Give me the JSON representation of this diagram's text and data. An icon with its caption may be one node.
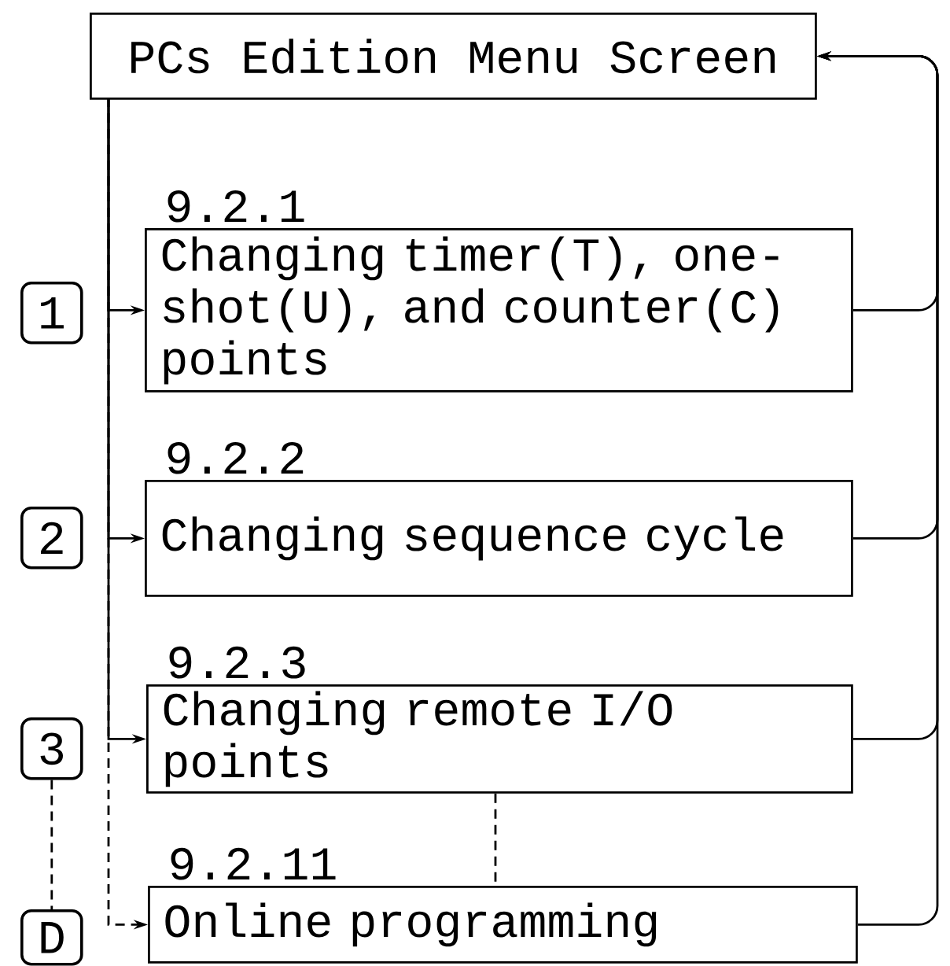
{
  "diagram": {
    "nodes": [
      {
        "text": [
          "PCs Edition Menu Screen"
        ]
      },
      {
        "text": [
          "1"
        ]
      },
      {
        "text": [
          "9.2.1",
          "Changing timer(T), one-shot(U), and counter(C) points"
        ]
      },
      {
        "text": [
          "2"
        ]
      },
      {
        "text": [
          "9.2.2",
          "Changing sequence cycle"
        ]
      },
      {
        "text": [
          "3"
        ]
      },
      {
        "text": [
          "9.2.3",
          "Changing remote I/O points"
        ]
      },
      {
        "text": [
          "D"
        ]
      },
      {
        "text": [
          "9.2.11",
          "Online programming"
        ]
      }
    ],
    "edges": [
      {
        "from": 0,
        "to": 2,
        "arrow": "to"
      },
      {
        "from": 0,
        "to": 4,
        "arrow": "to"
      },
      {
        "from": 0,
        "to": 6,
        "arrow": "to"
      },
      {
        "from": 0,
        "to": 8,
        "arrow": "to",
        "style": "dashed"
      },
      {
        "from": 2,
        "to": 0,
        "arrow": "to"
      },
      {
        "from": 4,
        "to": 0,
        "arrow": "to"
      },
      {
        "from": 6,
        "to": 0,
        "arrow": "to"
      },
      {
        "from": 8,
        "to": 0,
        "arrow": "to"
      },
      {
        "from": 5,
        "to": 7,
        "arrow": "none",
        "style": "dashed"
      },
      {
        "from": 6,
        "to": 8,
        "arrow": "none",
        "style": "dashed"
      }
    ]
  }
}
